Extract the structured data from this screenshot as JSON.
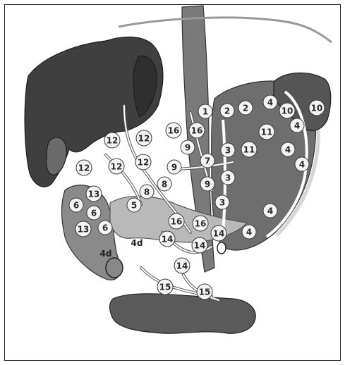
{
  "figure": {
    "colors": {
      "liver": "#3f3f3f",
      "liver_dark": "#2f2f2f",
      "stomach": "#6e6e6e",
      "stomach_wall": "#d6d6d6",
      "aorta": "#7a7a7a",
      "spleen": "#555555",
      "pancreas": "#b9b9b9",
      "colon": "#5a5a5a",
      "duodenum": "#8a8a8a",
      "node_fill": "#f4f4f2",
      "vessel_white": "#ffffff"
    },
    "nodes": [
      {
        "id": "n1",
        "label": "1"
      },
      {
        "id": "n2a",
        "label": "2"
      },
      {
        "id": "n2b",
        "label": "2"
      },
      {
        "id": "n4a",
        "label": "4"
      },
      {
        "id": "n10a",
        "label": "10"
      },
      {
        "id": "n10b",
        "label": "10"
      },
      {
        "id": "n4b",
        "label": "4"
      },
      {
        "id": "n11a",
        "label": "11"
      },
      {
        "id": "n11b",
        "label": "11"
      },
      {
        "id": "n4c",
        "label": "4"
      },
      {
        "id": "n4d",
        "label": "4"
      },
      {
        "id": "n16a",
        "label": "16"
      },
      {
        "id": "n16b",
        "label": "16"
      },
      {
        "id": "n12a",
        "label": "12"
      },
      {
        "id": "n12b",
        "label": "12"
      },
      {
        "id": "n9a",
        "label": "9"
      },
      {
        "id": "n3a",
        "label": "3"
      },
      {
        "id": "n12c",
        "label": "12"
      },
      {
        "id": "n12d",
        "label": "12"
      },
      {
        "id": "n12e",
        "label": "12"
      },
      {
        "id": "n7",
        "label": "7"
      },
      {
        "id": "n9b",
        "label": "9"
      },
      {
        "id": "n3b",
        "label": "3"
      },
      {
        "id": "n8a",
        "label": "8"
      },
      {
        "id": "n9c",
        "label": "9"
      },
      {
        "id": "n13a",
        "label": "13"
      },
      {
        "id": "n8b",
        "label": "8"
      },
      {
        "id": "n6a",
        "label": "6"
      },
      {
        "id": "n5",
        "label": "5"
      },
      {
        "id": "n3c",
        "label": "3"
      },
      {
        "id": "n6b",
        "label": "6"
      },
      {
        "id": "n4e",
        "label": "4"
      },
      {
        "id": "n16c",
        "label": "16"
      },
      {
        "id": "n16d",
        "label": "16"
      },
      {
        "id": "n13b",
        "label": "13"
      },
      {
        "id": "n6c",
        "label": "6"
      },
      {
        "id": "n14a",
        "label": "14"
      },
      {
        "id": "n4f",
        "label": "4"
      },
      {
        "id": "n14b",
        "label": "14"
      },
      {
        "id": "n14c",
        "label": "14"
      },
      {
        "id": "n14d",
        "label": "14"
      },
      {
        "id": "n15a",
        "label": "15"
      },
      {
        "id": "n15b",
        "label": "15"
      }
    ],
    "plain_labels": [
      {
        "id": "t4d1",
        "label": "4d"
      },
      {
        "id": "t4d2",
        "label": "4d"
      }
    ]
  }
}
